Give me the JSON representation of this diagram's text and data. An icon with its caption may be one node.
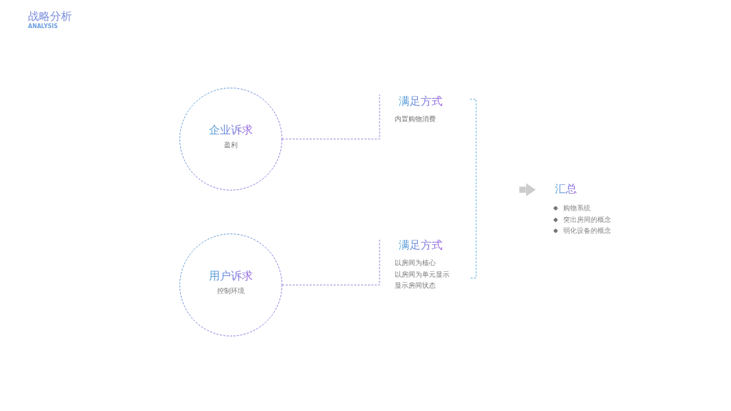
{
  "diagram": {
    "title": "战略分析",
    "nodes": [
      {
        "text": [
          "企业诉求",
          "盈利"
        ]
      },
      {
        "text": [
          "用户诉求",
          "控制环境"
        ]
      },
      {
        "text": [
          "满足方式",
          "内置购物消费"
        ]
      },
      {
        "text": [
          "满足方式",
          "以房间为核心",
          "以房间为单元显示",
          "显示房间状态"
        ]
      },
      {
        "text": [
          "汇总",
          "购物系统",
          "突出房间的概念",
          "弱化设备的概念"
        ]
      }
    ],
    "edges": [
      {
        "from": 0,
        "to": 2,
        "arrow": "none",
        "style": "dashed"
      },
      {
        "from": 1,
        "to": 3,
        "arrow": "none",
        "style": "dashed"
      },
      {
        "from": null,
        "to": 4,
        "arrow": "to",
        "style": "thick",
        "color": "#cccccc"
      }
    ],
    "labels": [
      "ANALYSIS"
    ]
  }
}
